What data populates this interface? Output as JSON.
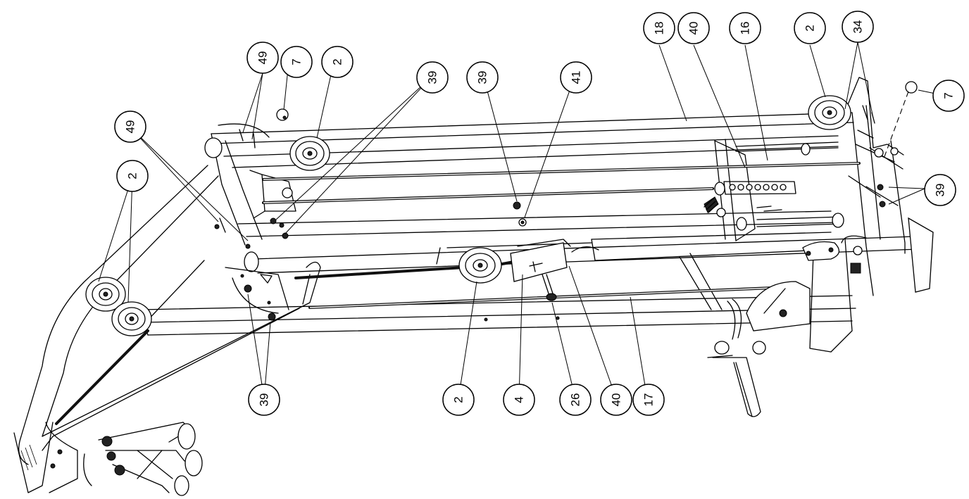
{
  "callouts": [
    {
      "id": "c-18",
      "label": "18"
    },
    {
      "id": "c-40-top",
      "label": "40"
    },
    {
      "id": "c-16",
      "label": "16"
    },
    {
      "id": "c-2-top-right",
      "label": "2"
    },
    {
      "id": "c-34",
      "label": "34"
    },
    {
      "id": "c-7-right",
      "label": "7"
    },
    {
      "id": "c-39-right",
      "label": "39"
    },
    {
      "id": "c-49-top",
      "label": "49"
    },
    {
      "id": "c-7-left",
      "label": "7"
    },
    {
      "id": "c-2-top-left",
      "label": "2"
    },
    {
      "id": "c-39-top-left",
      "label": "39"
    },
    {
      "id": "c-39-top-mid",
      "label": "39"
    },
    {
      "id": "c-41",
      "label": "41"
    },
    {
      "id": "c-49-left",
      "label": "49"
    },
    {
      "id": "c-2-left",
      "label": "2"
    },
    {
      "id": "c-39-bottom",
      "label": "39"
    },
    {
      "id": "c-2-bottom",
      "label": "2"
    },
    {
      "id": "c-4",
      "label": "4"
    },
    {
      "id": "c-26",
      "label": "26"
    },
    {
      "id": "c-40-bottom",
      "label": "40"
    },
    {
      "id": "c-17",
      "label": "17"
    }
  ]
}
